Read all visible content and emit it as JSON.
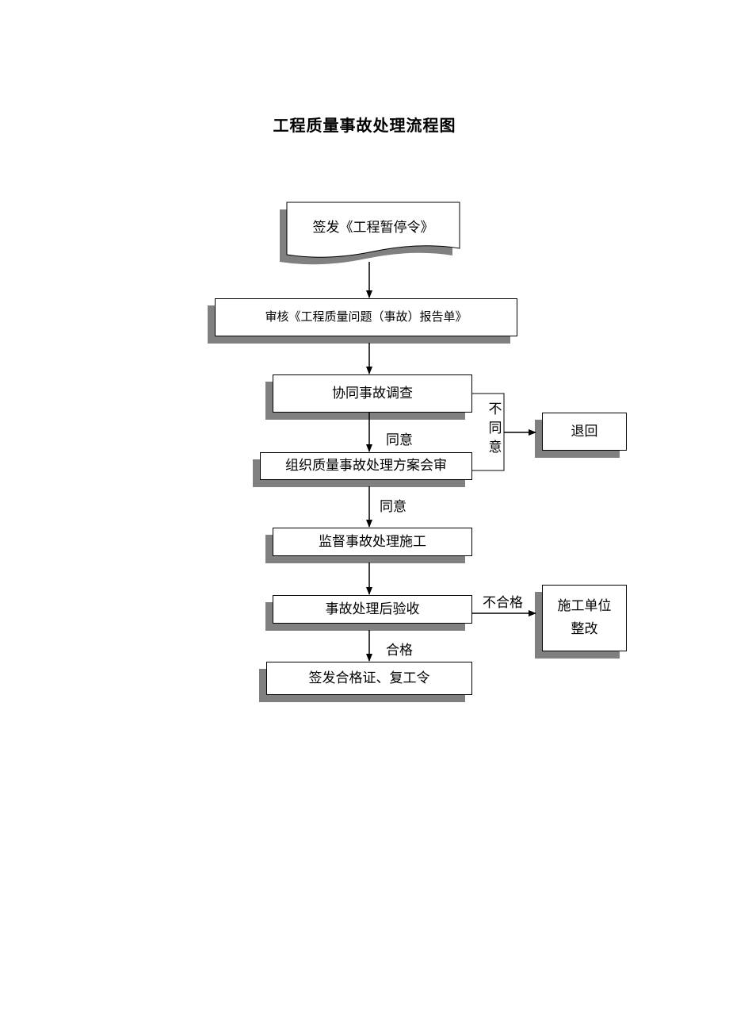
{
  "title": "工程质量事故处理流程图",
  "nodes": {
    "issue_suspension": "签发《工程暂停令》",
    "review_report": "审核《工程质量问题（事故）报告单》",
    "assist_investigation": "协同事故调查",
    "organize_review": "组织质量事故处理方案会审",
    "supervise_construction": "监督事故处理施工",
    "acceptance": "事故处理后验收",
    "issue_certificate": "签发合格证、复工令",
    "return": "退回",
    "rectify": "施工单位整改"
  },
  "edge_labels": {
    "agree_1": "同意",
    "agree_2": "同意",
    "disagree": "不同意",
    "qualified": "合格",
    "unqualified": "不合格"
  },
  "colors": {
    "line": "#000000",
    "shadow": "#808080",
    "background": "#ffffff"
  }
}
